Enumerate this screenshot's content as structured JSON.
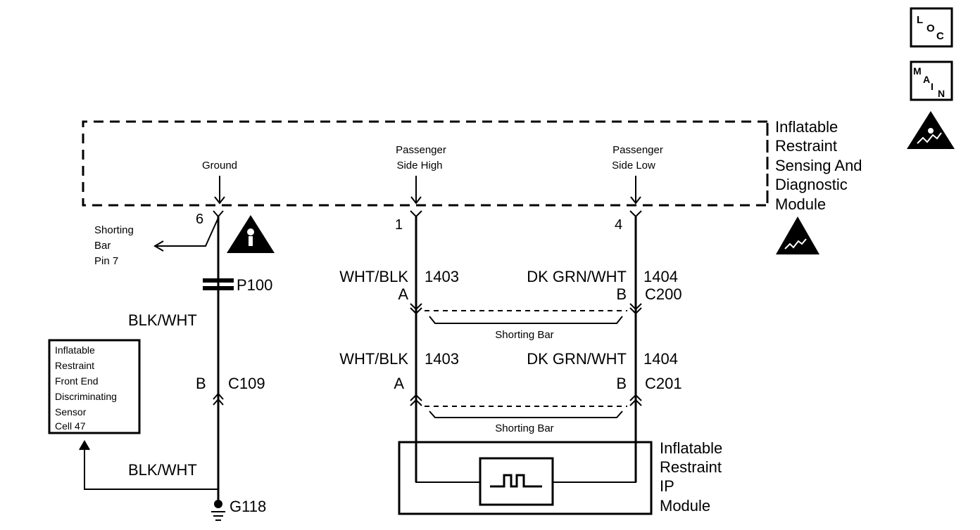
{
  "icons": {
    "loc": {
      "l1": "L",
      "l2": "O",
      "l3": "C"
    },
    "main": {
      "l1": "M",
      "l2": "A",
      "l3": "I",
      "l4": "N"
    }
  },
  "sdm": {
    "label_lines": [
      "Inflatable",
      "Restraint",
      "Sensing And",
      "Diagnostic",
      "Module"
    ],
    "terminals": [
      {
        "name_lines": [
          "Ground"
        ],
        "pin": "6"
      },
      {
        "name_lines": [
          "Passenger",
          "Side High"
        ],
        "pin": "1"
      },
      {
        "name_lines": [
          "Passenger",
          "Side Low"
        ],
        "pin": "4"
      }
    ]
  },
  "shorting_bar_pin": [
    "Shorting",
    "Bar",
    "Pin 7"
  ],
  "ground_circuit": {
    "splice": "P100",
    "wire_top": "BLK/WHT",
    "connector_pin": "B",
    "connector": "C109",
    "wire_bottom": "BLK/WHT",
    "ground": "G118"
  },
  "front_sensor": {
    "label_lines": [
      "Inflatable",
      "Restraint",
      "Front End",
      "Discriminating",
      "Sensor",
      "Cell 47"
    ]
  },
  "c200": {
    "left_wire": "WHT/BLK",
    "left_circuit": "1403",
    "left_pin": "A",
    "right_wire": "DK GRN/WHT",
    "right_circuit": "1404",
    "right_pin": "B",
    "connector": "C200",
    "shorting_bar": "Shorting Bar"
  },
  "c201": {
    "left_wire": "WHT/BLK",
    "left_circuit": "1403",
    "left_pin": "A",
    "right_wire": "DK GRN/WHT",
    "right_circuit": "1404",
    "right_pin": "B",
    "connector": "C201",
    "shorting_bar": "Shorting Bar"
  },
  "ip_module": {
    "label_lines": [
      "Inflatable",
      "Restraint",
      "IP",
      "Module"
    ]
  }
}
